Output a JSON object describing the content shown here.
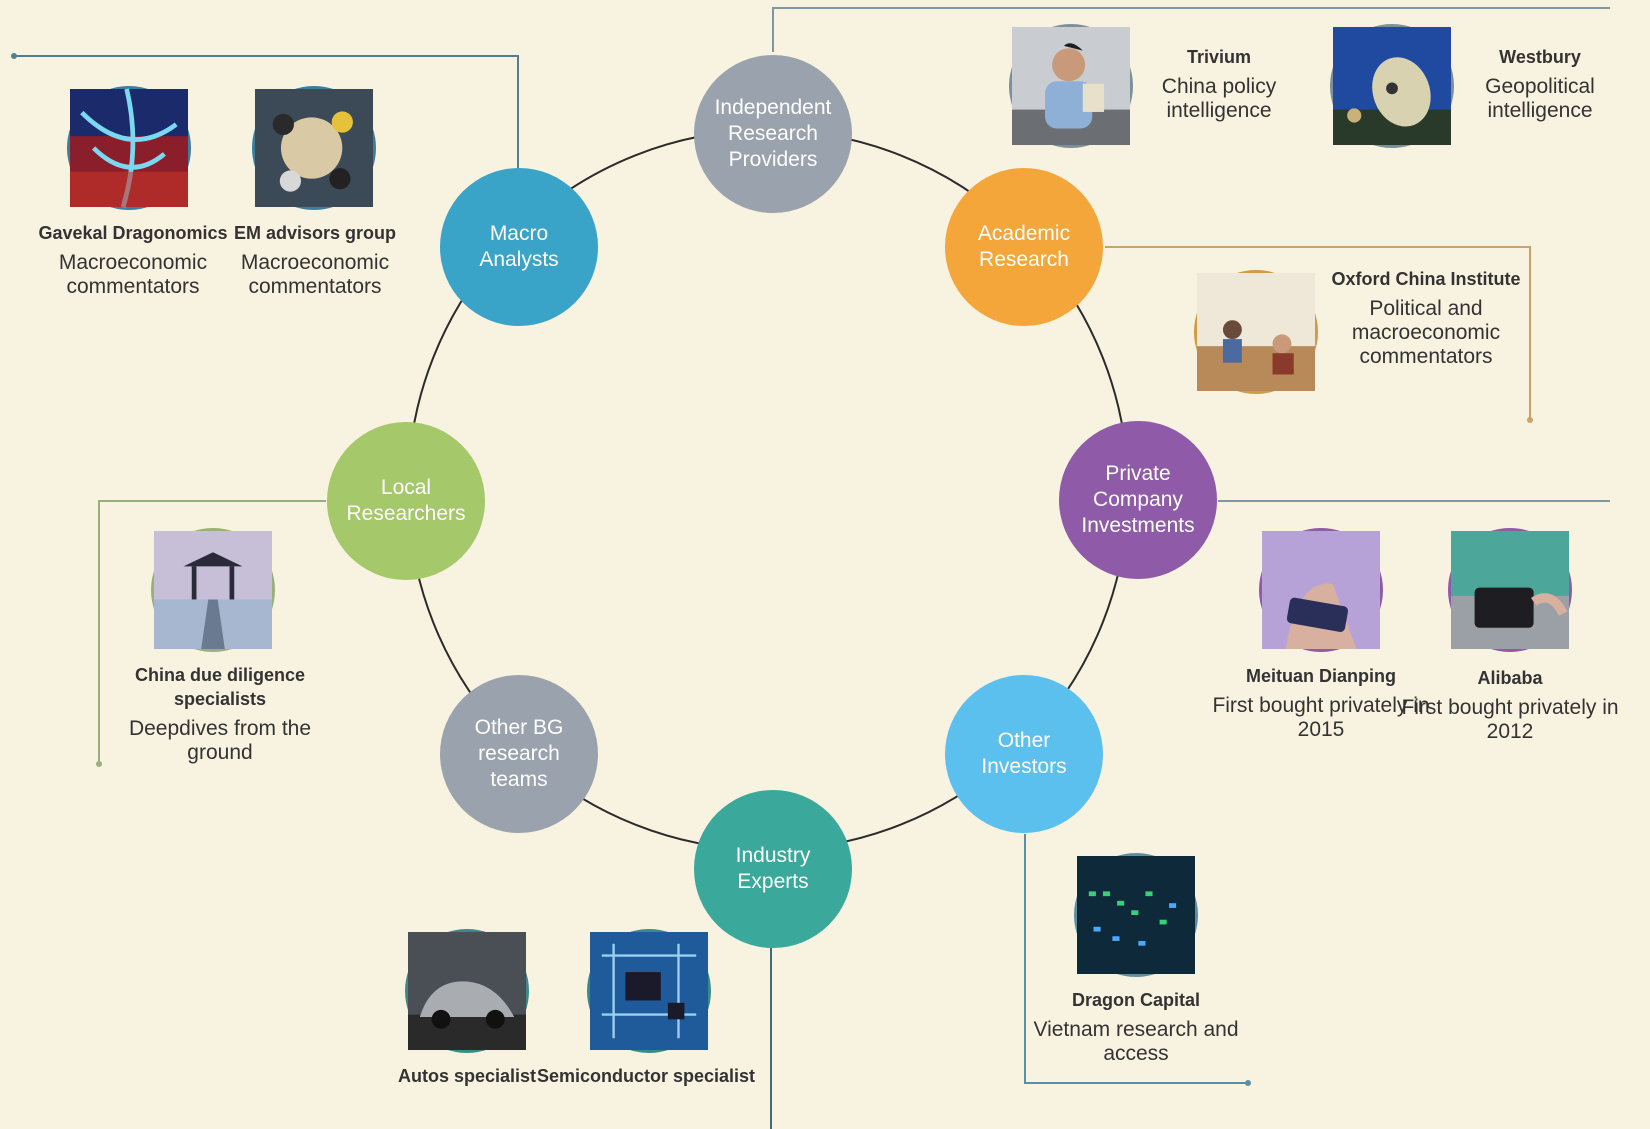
{
  "colors": {
    "background": "#f8f2e0",
    "grey": "#9aa3ad",
    "teal_blue": "#3aa3c8",
    "orange": "#f5a63a",
    "purple": "#8f5aa8",
    "green": "#a5c86a",
    "light_blue": "#5cc0ee",
    "teal": "#3aa89a"
  },
  "nodes": {
    "independent": "Independent Research Providers",
    "macro": "Macro Analysts",
    "academic": "Academic Research",
    "local": "Local Researchers",
    "private": "Private Company Investments",
    "other_bg": "Other BG research teams",
    "other_investors": "Other Investors",
    "industry": "Industry Experts"
  },
  "entries": {
    "gavekal": {
      "name": "Gavekal Dragonomics",
      "desc": "Macroeconomic commentators"
    },
    "em_advisors": {
      "name": "EM advisors group",
      "desc": "Macroeconomic commentators"
    },
    "trivium": {
      "name": "Trivium",
      "desc": "China policy intelligence"
    },
    "westbury": {
      "name": "Westbury",
      "desc": "Geopolitical intelligence"
    },
    "oxford": {
      "name": "Oxford China Institute",
      "desc": "Political and macroeconomic commentators"
    },
    "china_dd": {
      "name": "China due diligence specialists",
      "desc": "Deepdives from the ground"
    },
    "meituan": {
      "name": "Meituan Dianping",
      "desc": "First bought privately in 2015"
    },
    "alibaba": {
      "name": "Alibaba",
      "desc": "First bought privately in 2012"
    },
    "dragon": {
      "name": "Dragon Capital",
      "desc": "Vietnam research and access"
    },
    "autos": {
      "name": "Autos specialist"
    },
    "semi": {
      "name": "Semiconductor specialist"
    }
  },
  "icons": {
    "gavekal": "dragon-pattern-photo",
    "em_advisors": "meeting-table-photo",
    "trivium": "man-with-tablet-photo",
    "westbury": "satellite-dish-photo",
    "oxford": "library-students-photo",
    "china_dd": "pagoda-lake-photo",
    "meituan": "hand-phone-photo",
    "alibaba": "hands-tablet-photo",
    "dragon": "stock-board-photo",
    "autos": "cars-photo",
    "semi": "circuit-board-photo"
  }
}
